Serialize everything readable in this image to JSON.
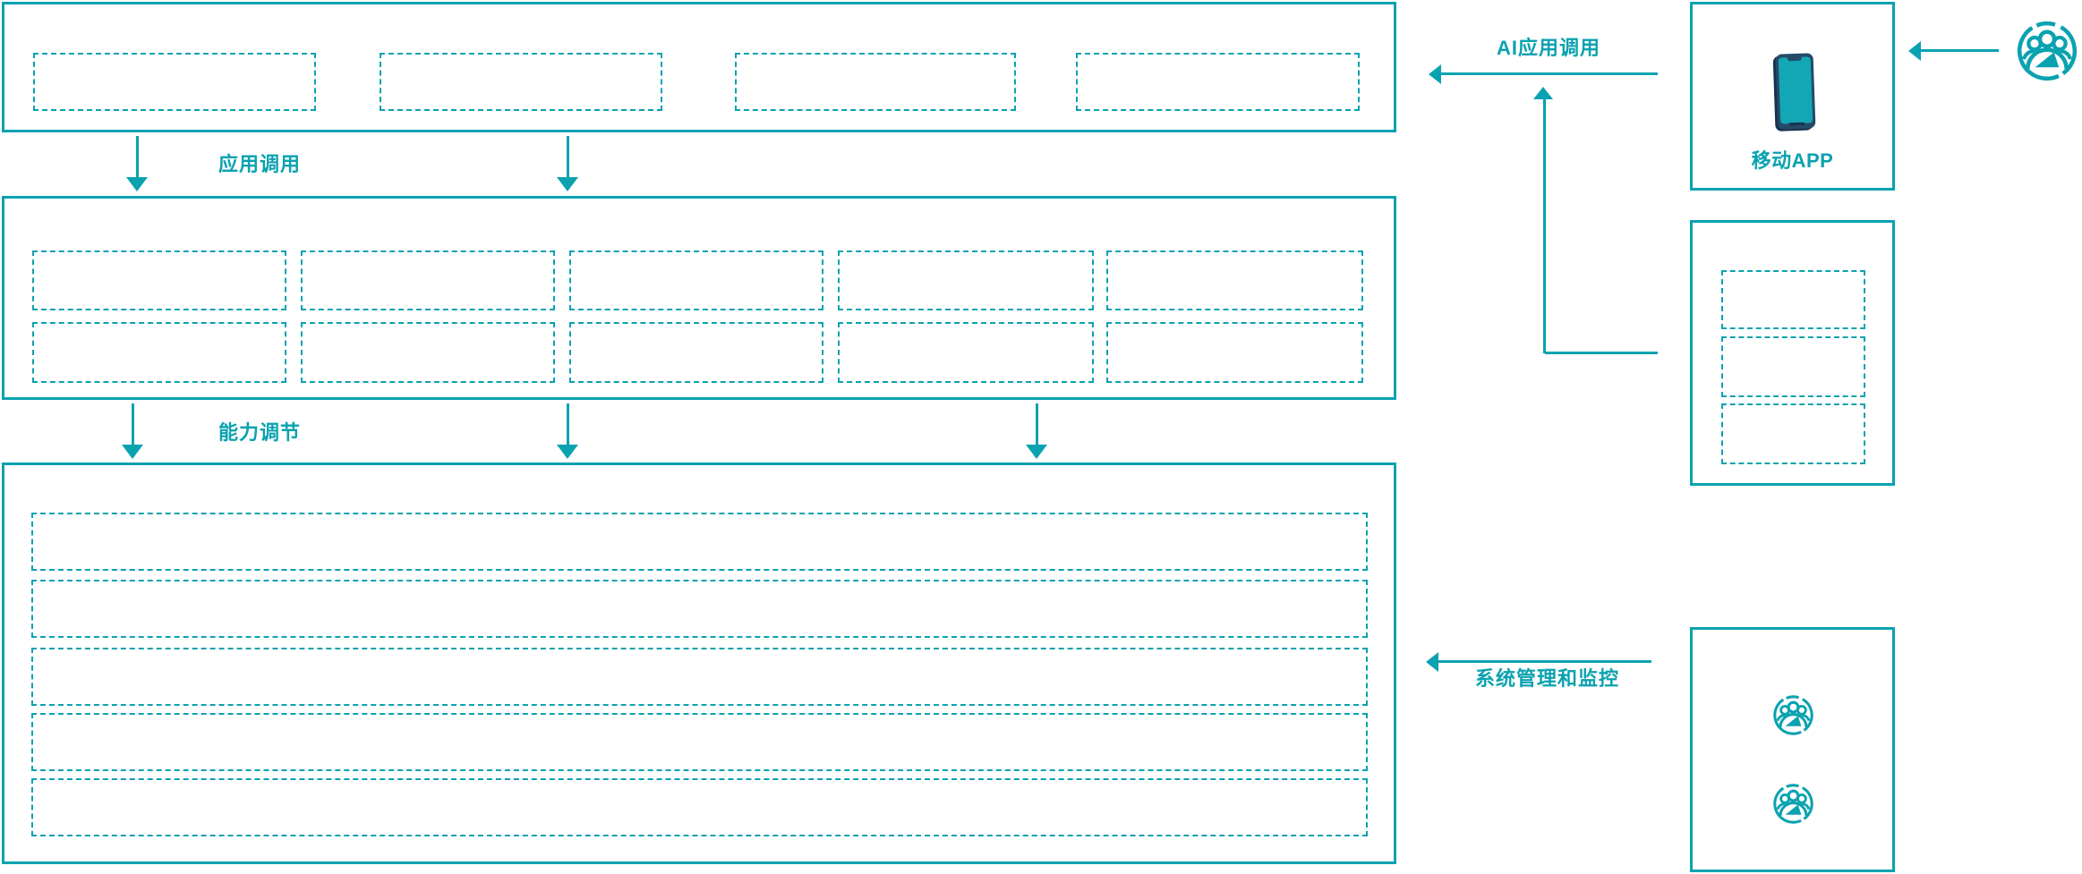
{
  "colors": {
    "teal": "#0aa2b0",
    "phone_body": "#254a68",
    "phone_edge": "#16334f",
    "phone_screen": "#13a7b5"
  },
  "labels": {
    "app_call": "应用调用",
    "capability_adjust": "能力调节",
    "ai_app_call": "AI应用调用",
    "system_management": "系统管理和监控",
    "mobile_app": "移动APP"
  },
  "icons": {
    "phone": "smartphone-icon",
    "user_group": "user-group-icon"
  },
  "structure": {
    "top_box_placeholders": 4,
    "middle_grid_rows": 2,
    "middle_grid_columns": 5,
    "bottom_box_rows": 5,
    "right_panel_placeholders": 3,
    "admin_user_icons": 2
  }
}
